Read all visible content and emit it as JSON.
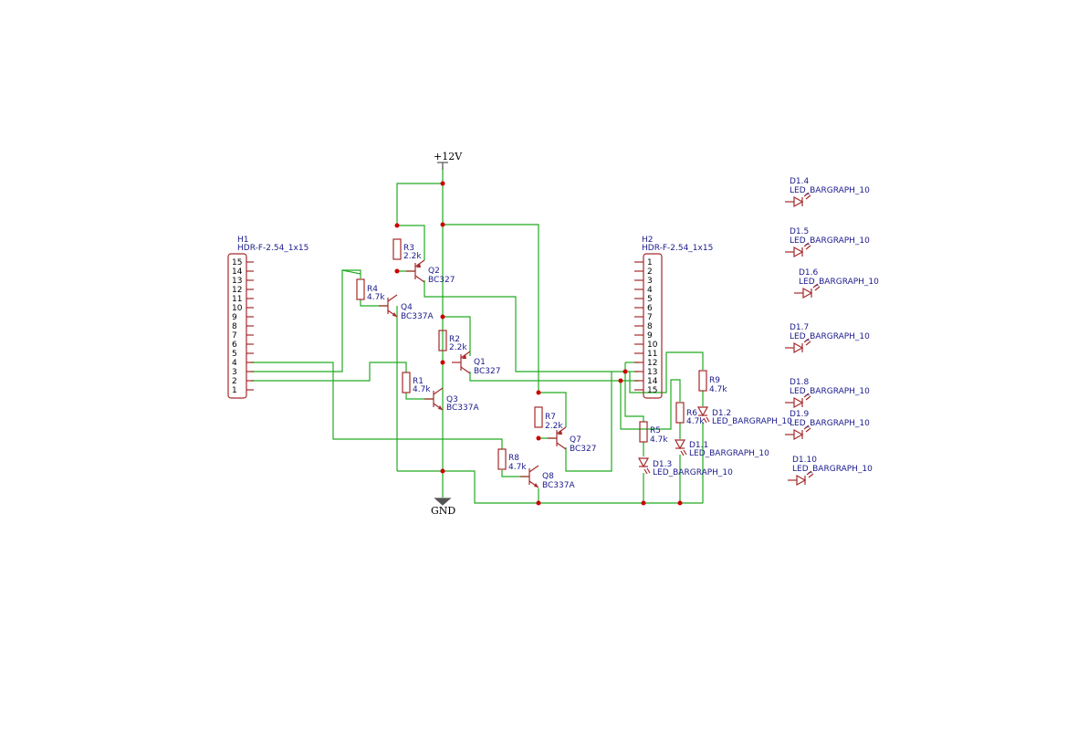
{
  "colors": {
    "wire": "#22aa22",
    "component": "#a52a2a",
    "label": "#1a1a8c",
    "junction": "#cc0000"
  },
  "power": {
    "vcc": "+12V",
    "gnd": "GND"
  },
  "headers": [
    {
      "ref": "H1",
      "value": "HDR-F-2.54_1x15",
      "pins": [
        "15",
        "14",
        "13",
        "12",
        "11",
        "10",
        "9",
        "8",
        "7",
        "6",
        "5",
        "4",
        "3",
        "2",
        "1"
      ]
    },
    {
      "ref": "H2",
      "value": "HDR-F-2.54_1x15",
      "pins": [
        "1",
        "2",
        "3",
        "4",
        "5",
        "6",
        "7",
        "8",
        "9",
        "10",
        "11",
        "12",
        "13",
        "14",
        "15"
      ]
    }
  ],
  "resistors": [
    {
      "ref": "R1",
      "value": "4.7k"
    },
    {
      "ref": "R2",
      "value": "2.2k"
    },
    {
      "ref": "R3",
      "value": "2.2k"
    },
    {
      "ref": "R4",
      "value": "4.7k"
    },
    {
      "ref": "R5",
      "value": "4.7k"
    },
    {
      "ref": "R6",
      "value": "4.7k"
    },
    {
      "ref": "R7",
      "value": "2.2k"
    },
    {
      "ref": "R8",
      "value": "4.7k"
    },
    {
      "ref": "R9",
      "value": "4.7k"
    }
  ],
  "transistors": [
    {
      "ref": "Q1",
      "value": "BC327"
    },
    {
      "ref": "Q2",
      "value": "BC327"
    },
    {
      "ref": "Q3",
      "value": "BC337A"
    },
    {
      "ref": "Q4",
      "value": "BC337A"
    },
    {
      "ref": "Q7",
      "value": "BC327"
    },
    {
      "ref": "Q8",
      "value": "BC337A"
    }
  ],
  "leds": [
    {
      "ref": "D1.1",
      "value": "LED_BARGRAPH_10"
    },
    {
      "ref": "D1.2",
      "value": "LED_BARGRAPH_10"
    },
    {
      "ref": "D1.3",
      "value": "LED_BARGRAPH_10"
    },
    {
      "ref": "D1.4",
      "value": "LED_BARGRAPH_10"
    },
    {
      "ref": "D1.5",
      "value": "LED_BARGRAPH_10"
    },
    {
      "ref": "D1.6",
      "value": "LED_BARGRAPH_10"
    },
    {
      "ref": "D1.7",
      "value": "LED_BARGRAPH_10"
    },
    {
      "ref": "D1.8",
      "value": "LED_BARGRAPH_10"
    },
    {
      "ref": "D1.9",
      "value": "LED_BARGRAPH_10"
    },
    {
      "ref": "D1.10",
      "value": "LED_BARGRAPH_10"
    }
  ]
}
